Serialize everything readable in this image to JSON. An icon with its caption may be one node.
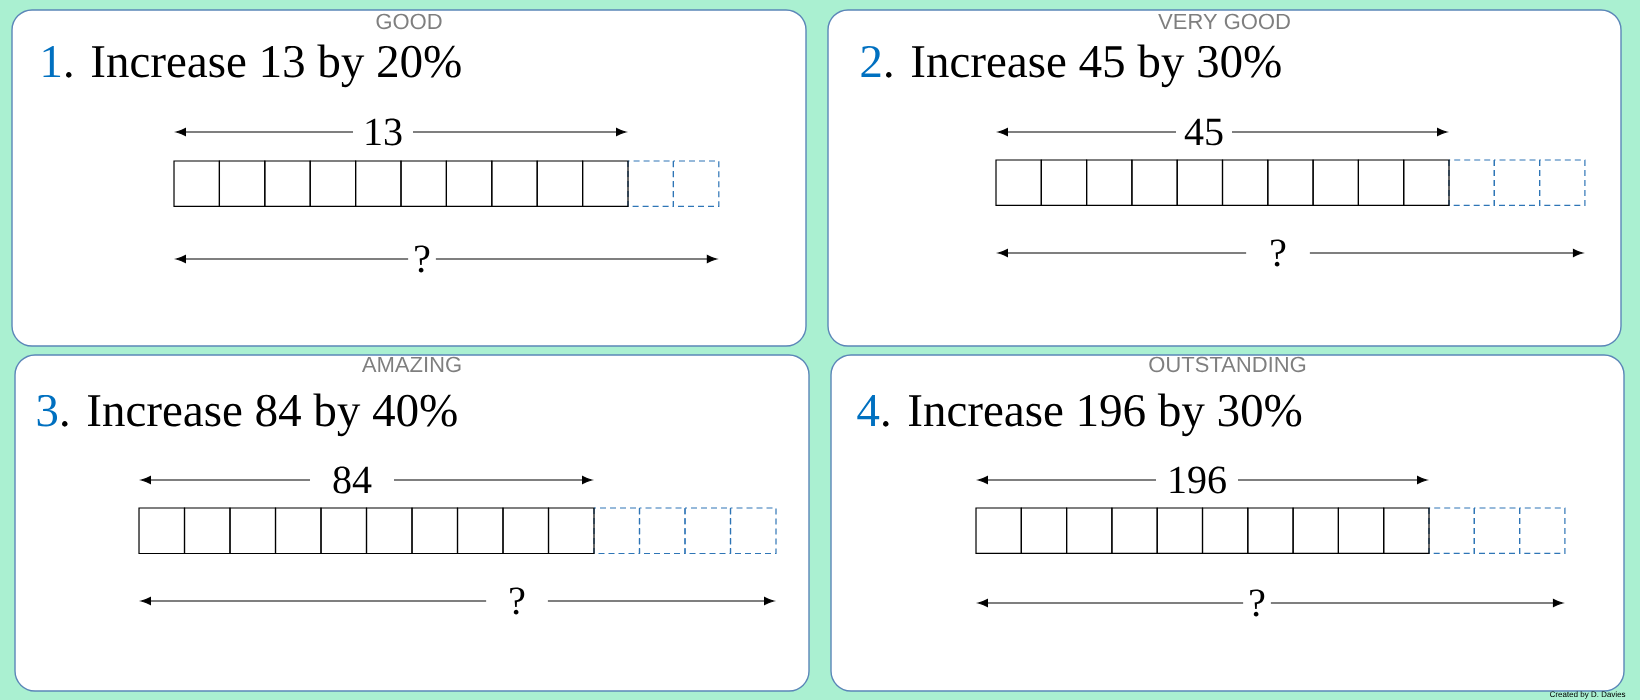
{
  "diagram": {
    "nodes": [
      {
        "text": [
          "GOOD",
          "1. Increase 13 by 20%"
        ]
      },
      {
        "text": [
          "VERY GOOD",
          "2. Increase 45 by 30%"
        ]
      },
      {
        "text": [
          "AMAZING",
          "3. Increase 84 by 40%"
        ]
      },
      {
        "text": [
          "OUTSTANDING",
          "4. Increase 196 by 30%"
        ]
      }
    ],
    "labels": [
      "13",
      "?",
      "45",
      "?",
      "84",
      "?",
      "196",
      "?",
      "Created by D. Davies"
    ]
  }
}
